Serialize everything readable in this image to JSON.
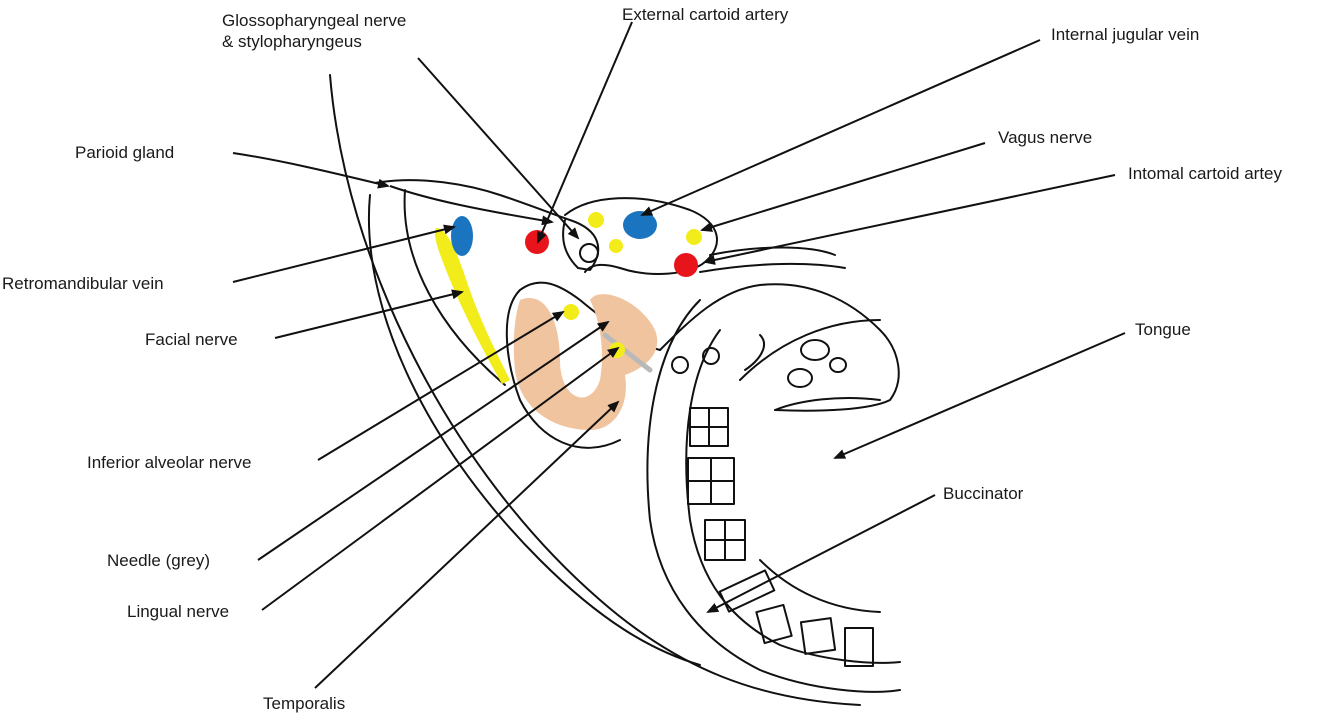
{
  "labels": {
    "glossopharyngeal": "Glossopharyngeal nerve\n& stylopharyngeus",
    "external_carotid": "External cartoid artery",
    "internal_jugular": "Internal jugular vein",
    "parotid": "Parioid gland",
    "vagus": "Vagus nerve",
    "internal_carotid": "Intomal cartoid artey",
    "retromandibular": "Retromandibular vein",
    "tongue": "Tongue",
    "facial_nerve": "Facial nerve",
    "inferior_alveolar": "Inferior alveolar nerve",
    "buccinator": "Buccinator",
    "needle": "Needle (grey)",
    "lingual": "Lingual nerve",
    "temporalis": "Temporalis"
  },
  "colors": {
    "line": "#111111",
    "artery": "#e8141b",
    "vein": "#1b74c0",
    "nerve": "#f2ec1a",
    "muscle": "#f1c4a0",
    "needle": "#b9b9b9"
  },
  "structures": [
    "red-artery",
    "blue-vein",
    "yellow-nerve",
    "peach-muscle",
    "grey-needle"
  ]
}
